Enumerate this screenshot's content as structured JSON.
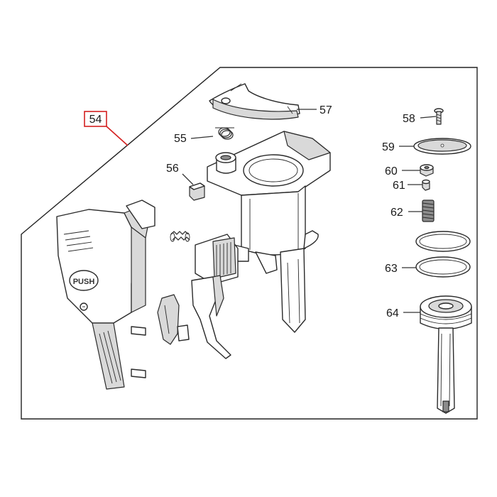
{
  "assembly": {
    "label": "54",
    "box_color": "#d42020"
  },
  "parts": [
    {
      "id": "55",
      "label": "55"
    },
    {
      "id": "56",
      "label": "56"
    },
    {
      "id": "57",
      "label": "57"
    },
    {
      "id": "58",
      "label": "58"
    },
    {
      "id": "59",
      "label": "59"
    },
    {
      "id": "60",
      "label": "60"
    },
    {
      "id": "61",
      "label": "61"
    },
    {
      "id": "62",
      "label": "62"
    },
    {
      "id": "63",
      "label": "63"
    },
    {
      "id": "64",
      "label": "64"
    }
  ],
  "housing_text": "PUSH"
}
